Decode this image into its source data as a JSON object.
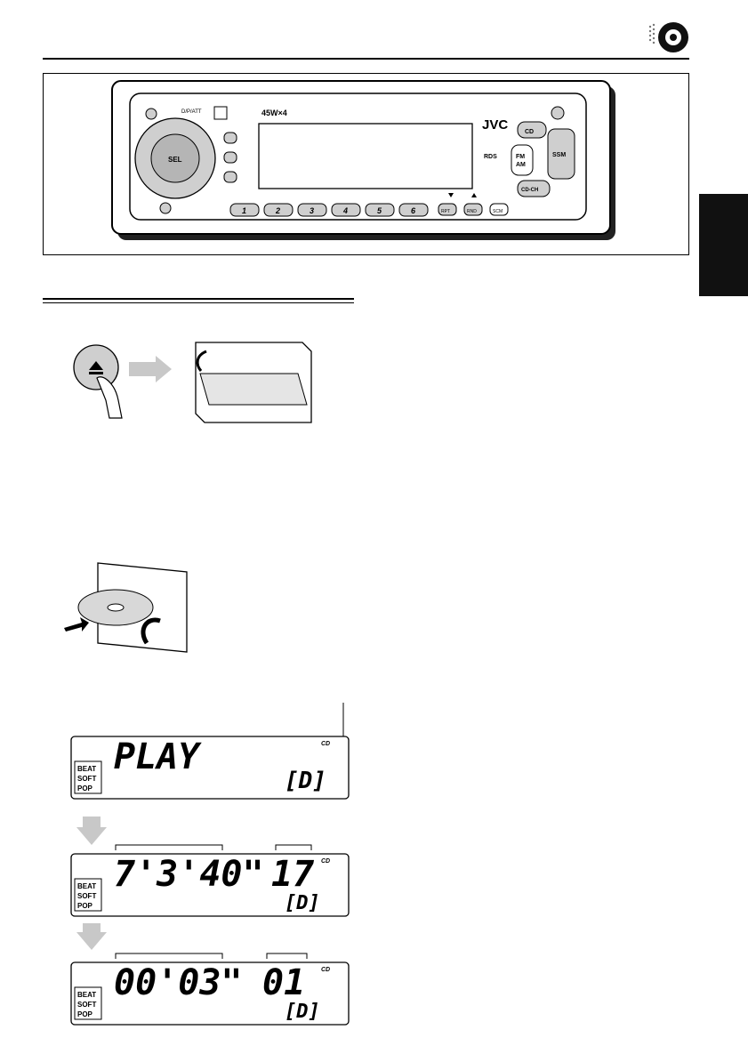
{
  "unit": {
    "model_power": "45W×4",
    "brand": "JVC",
    "att_label": "D/P/ATT",
    "sel_label": "SEL",
    "rds_label": "RDS",
    "presets": [
      "1",
      "2",
      "3",
      "4",
      "5",
      "6"
    ],
    "rpt": "RPT",
    "rnd": "RND",
    "scm": "SCM",
    "cd": "CD",
    "fm": "FM",
    "am": "AM",
    "ssm": "SSM",
    "cdch": "CD-CH"
  },
  "displays": [
    {
      "main": "PLAY",
      "right": "[D]"
    },
    {
      "main": "7'3'40\"",
      "right": "17",
      "sub": "[D]"
    },
    {
      "main": "00'03\"",
      "right": "01",
      "sub": "[D]"
    }
  ],
  "eq_labels": [
    "BEAT",
    "SOFT",
    "POP"
  ],
  "cd_indicator": "CD"
}
